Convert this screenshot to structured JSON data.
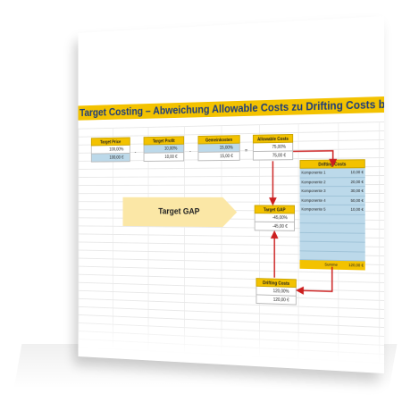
{
  "title": "Target Costing – Abweichung Allowable Costs zu Drifting Costs berechnen",
  "target_price": {
    "label": "Target Price",
    "percent": "100,00%",
    "value": "100,00 €"
  },
  "target_profit": {
    "label": "Target Profit",
    "percent": "10,00%",
    "value": "10,00 €"
  },
  "gemeinkosten": {
    "label": "Gemeinkosten",
    "percent": "15,00%",
    "value": "15,00 €"
  },
  "allowable_costs": {
    "label": "Allowable Costs",
    "percent": "75,00%",
    "value": "75,00 €"
  },
  "operators": {
    "minus1": "-",
    "minus2": "-",
    "equals": "="
  },
  "target_gap_shape": "Target GAP",
  "target_gap": {
    "label": "Target GAP",
    "percent": "-45,00%",
    "value": "-45,00 €"
  },
  "drifting_costs": {
    "label": "Drifting Costs",
    "percent": "120,00%",
    "value": "120,00 €"
  },
  "drifting_table": {
    "header": "Drifting Costs",
    "rows": [
      {
        "name": "Komponente 1",
        "value": "10,00 €"
      },
      {
        "name": "Komponente 2",
        "value": "20,00 €"
      },
      {
        "name": "Komponente 3",
        "value": "30,00 €"
      },
      {
        "name": "Komponente 4",
        "value": "50,00 €"
      },
      {
        "name": "Komponente 5",
        "value": "10,00 €"
      }
    ],
    "sum_label": "Summe",
    "sum_value": "120,00 €"
  },
  "colors": {
    "accent": "#f3c200",
    "title_text": "#1e3d7a",
    "cell_blue": "#bcd9ea",
    "arrow": "#cc1f1f",
    "gap_fill": "#fbe7a6"
  }
}
